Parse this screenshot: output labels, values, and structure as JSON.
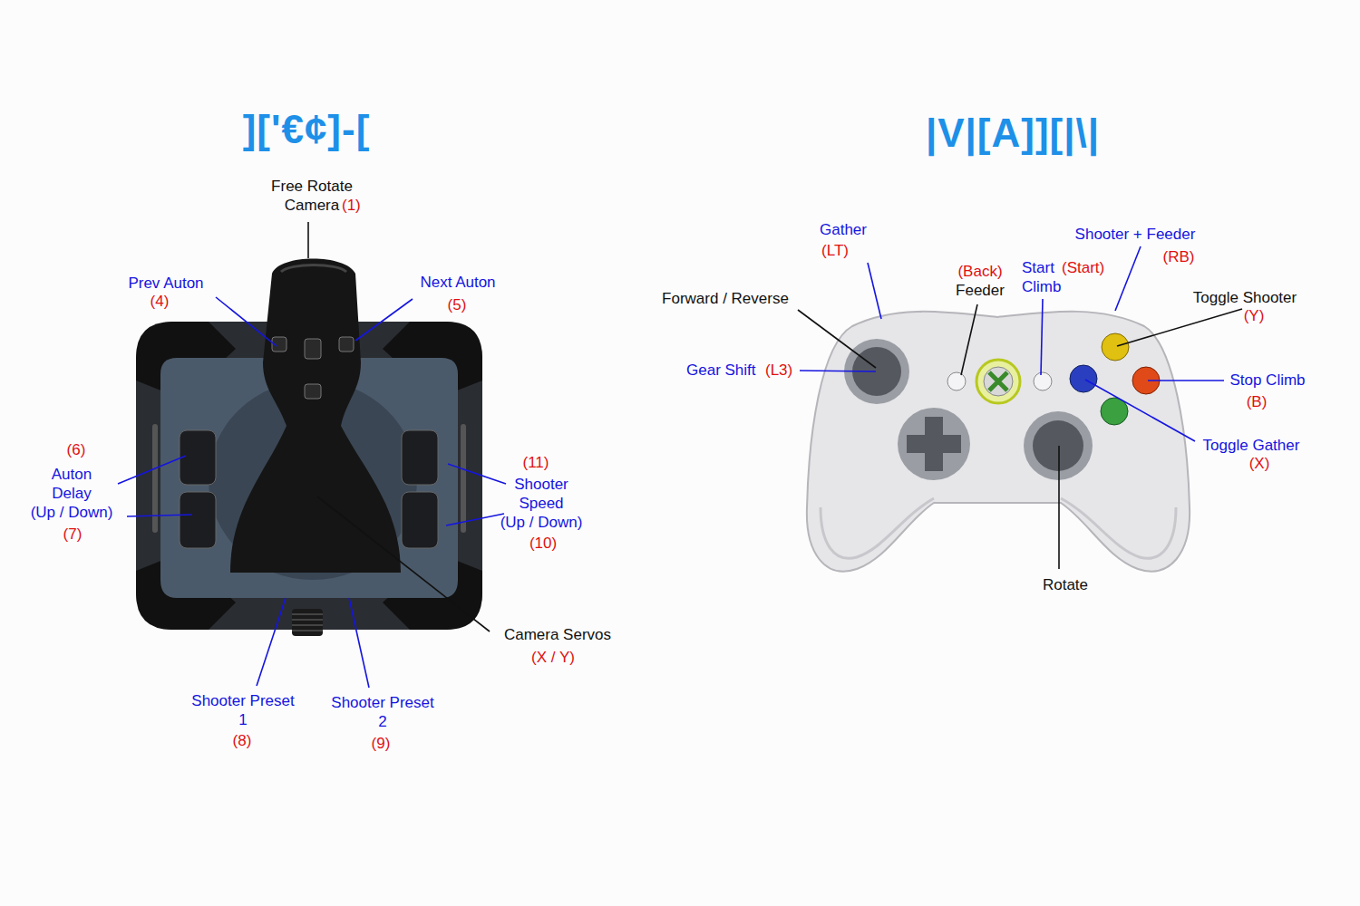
{
  "diagram": {
    "labels": [
      "]['€¢]-[",
      "|V|[A]][|\\|",
      "Free Rotate Camera",
      "(1)",
      "Prev Auton",
      "(4)",
      "Next Auton",
      "(5)",
      "(6)",
      "Auton Delay (Up / Down)",
      "(7)",
      "(11)",
      "Shooter Speed (Up / Down)",
      "(10)",
      "Camera Servos",
      "(X / Y)",
      "Shooter Preset 1",
      "(8)",
      "Shooter Preset 2",
      "(9)",
      "Gather",
      "(LT)",
      "(Back)",
      "Feeder",
      "Start Climb",
      "(Start)",
      "Shooter + Feeder",
      "(RB)",
      "Forward / Reverse",
      "Toggle Shooter",
      "(Y)",
      "Gear Shift",
      "(L3)",
      "Stop Climb",
      "(B)",
      "Toggle Gather",
      "(X)",
      "Rotate"
    ]
  }
}
